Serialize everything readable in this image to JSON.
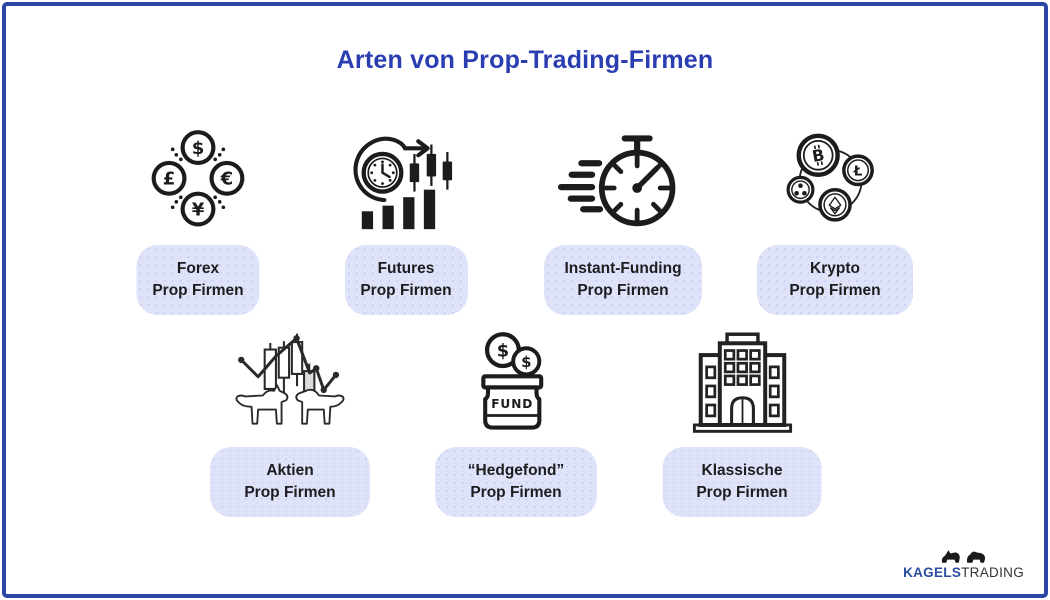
{
  "title": "Arten von Prop-Trading-Firmen",
  "items": [
    {
      "name": "forex",
      "icon": "forex-currencies-icon",
      "line1": "Forex",
      "line2": "Prop Firmen"
    },
    {
      "name": "futures",
      "icon": "futures-clock-candles-icon",
      "line1": "Futures",
      "line2": "Prop Firmen"
    },
    {
      "name": "instant-funding",
      "icon": "stopwatch-icon",
      "line1": "Instant-Funding",
      "line2": "Prop Firmen"
    },
    {
      "name": "krypto",
      "icon": "crypto-coins-icon",
      "line1": "Krypto",
      "line2": "Prop Firmen"
    },
    {
      "name": "aktien",
      "icon": "bull-bear-chart-icon",
      "line1": "Aktien",
      "line2": "Prop Firmen"
    },
    {
      "name": "hedgefond",
      "icon": "fund-jar-icon",
      "line1": "“Hedgefond”",
      "line2": "Prop Firmen"
    },
    {
      "name": "klassische",
      "icon": "bank-building-icon",
      "line1": "Klassische",
      "line2": "Prop Firmen"
    }
  ],
  "icon_text": {
    "forex": {
      "top": "$",
      "left": "£",
      "right": "€",
      "bottom": "¥"
    },
    "krypto": {
      "bitcoin": "B",
      "litecoin": "Ł"
    },
    "hedgefond": {
      "coin1": "$",
      "coin2": "$",
      "jar": "FUND"
    }
  },
  "logo": {
    "bold": "KAGELS",
    "regular": "TRADING"
  },
  "styles": {
    "border_color": "#2c43a7",
    "canvas_bg": "#ffffff",
    "title_color": "#2b3eb1",
    "label_bg": "#dfe3f9",
    "label_text": "#1d1d1f",
    "icon_color": "#1c1c1c",
    "logo_blue": "#2b4da0",
    "logo_dark": "#333333"
  }
}
